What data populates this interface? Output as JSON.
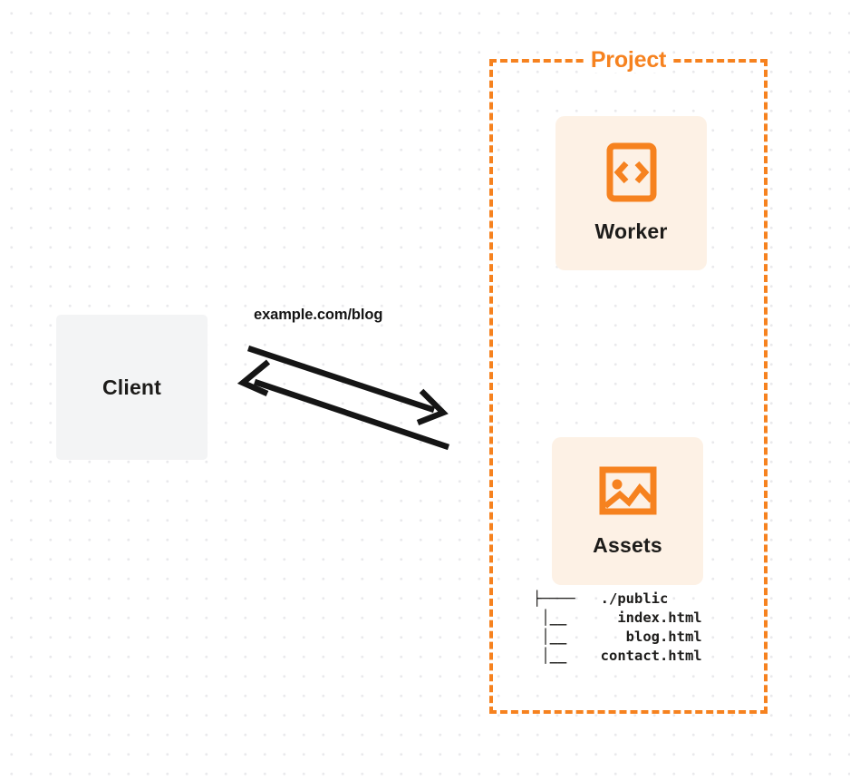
{
  "diagram": {
    "background": "dot-grid",
    "accent_color": "#f6821f",
    "card_background": "#fdf1e5",
    "client_background": "#f3f4f5",
    "text_color": "#1d1c1a"
  },
  "client": {
    "label": "Client"
  },
  "edge": {
    "label": "example.com/blog",
    "request_direction": "client-to-project",
    "response_direction": "project-to-client"
  },
  "project": {
    "title": "Project",
    "worker": {
      "label": "Worker",
      "icon": "code-brackets-icon"
    },
    "assets": {
      "label": "Assets",
      "icon": "image-icon"
    },
    "file_tree": {
      "lines": [
        "├────   ./public",
        " │__      index.html",
        " │__       blog.html",
        " │__    contact.html"
      ],
      "root": "./public",
      "files": [
        "index.html",
        "blog.html",
        "contact.html"
      ]
    }
  }
}
